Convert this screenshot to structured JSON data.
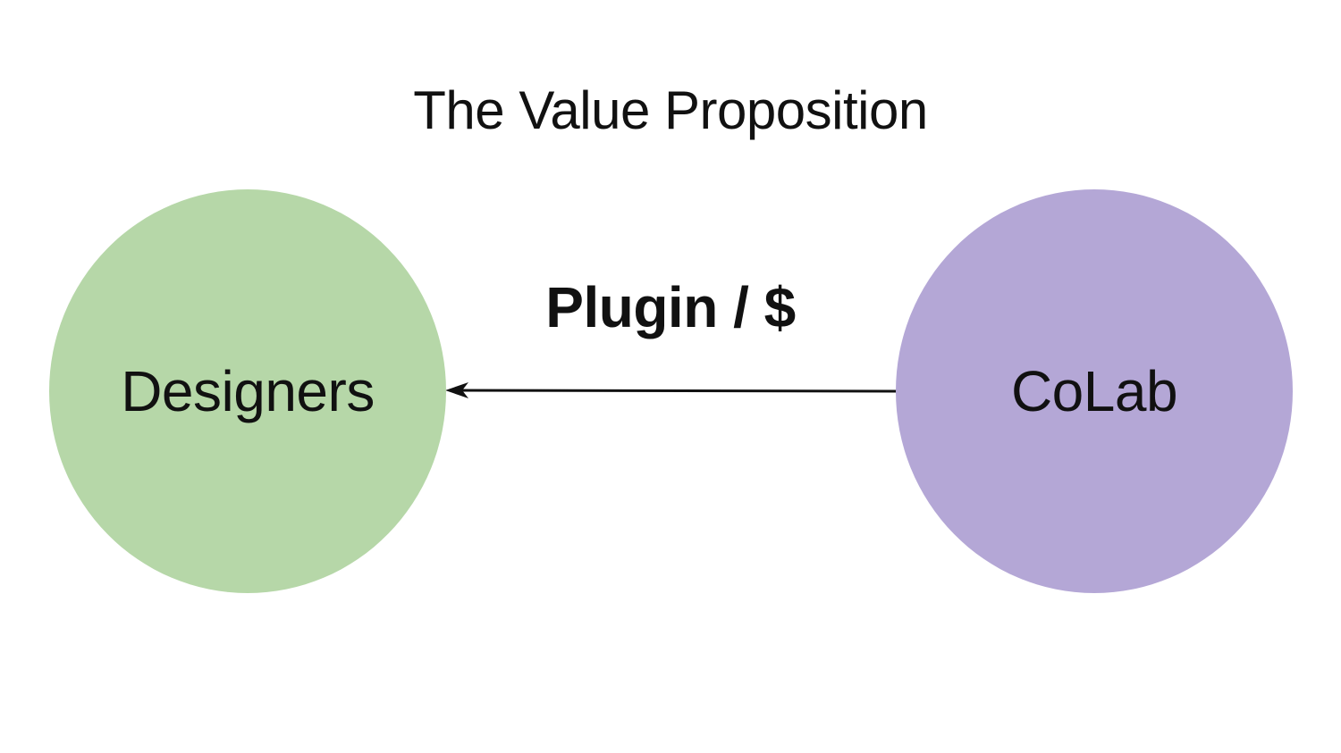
{
  "title": "The Value Proposition",
  "nodes": {
    "left": {
      "label": "Designers",
      "color": "#b6d7a8"
    },
    "right": {
      "label": "CoLab",
      "color": "#b4a7d6"
    }
  },
  "edge": {
    "label": "Plugin / $",
    "from": "CoLab",
    "to": "Designers",
    "color": "#111111"
  }
}
